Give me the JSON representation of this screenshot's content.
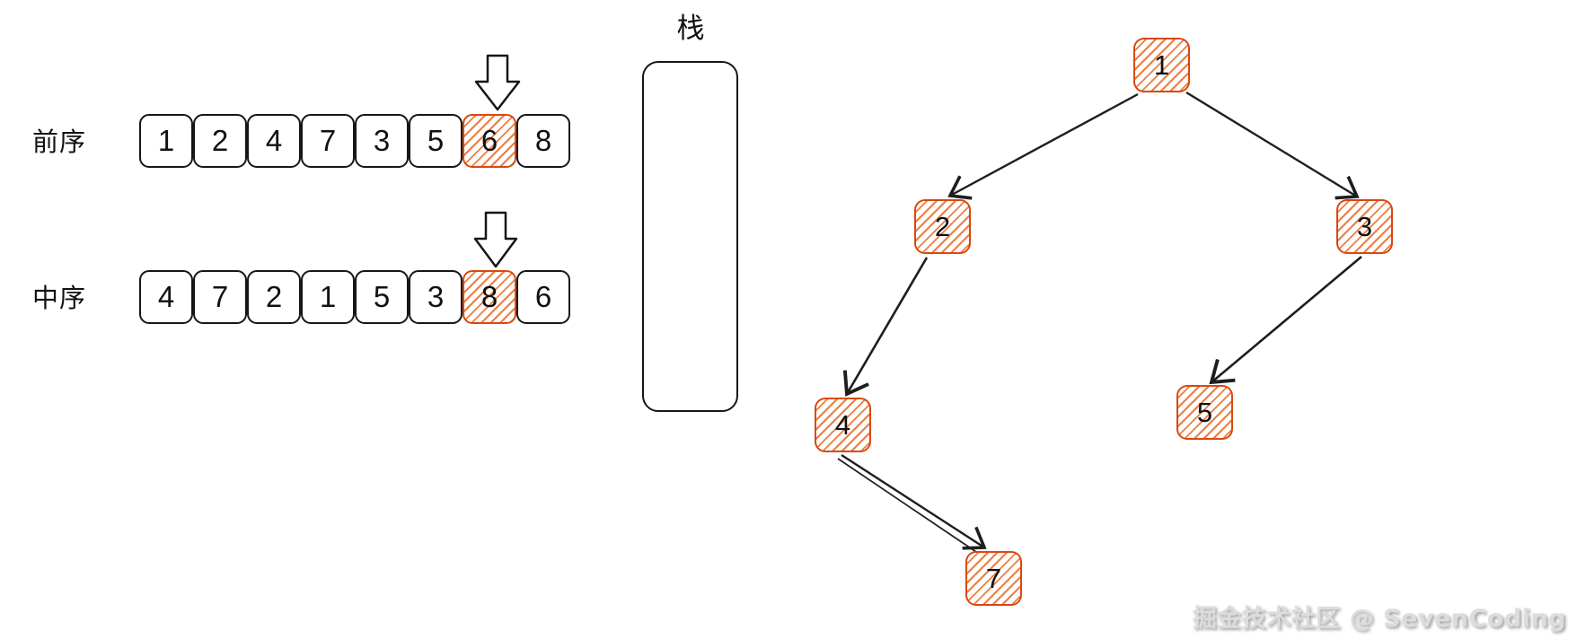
{
  "palette": {
    "ink": "#1e1e1e",
    "accent_border": "#d9480f",
    "accent_hatch": "#e8590c",
    "background": "#ffffff",
    "watermark_gray": "#dcdcdc"
  },
  "sequences": [
    {
      "label": "前序",
      "cells": [
        "1",
        "2",
        "4",
        "7",
        "3",
        "5",
        "6",
        "8"
      ],
      "highlight_index": 6,
      "highlight_value": "6"
    },
    {
      "label": "中序",
      "cells": [
        "4",
        "7",
        "2",
        "1",
        "5",
        "3",
        "8",
        "6"
      ],
      "highlight_index": 6,
      "highlight_value": "8"
    }
  ],
  "stack": {
    "label": "栈",
    "items": []
  },
  "tree": {
    "nodes": [
      {
        "value": "1"
      },
      {
        "value": "2"
      },
      {
        "value": "3"
      },
      {
        "value": "4"
      },
      {
        "value": "5"
      },
      {
        "value": "7"
      }
    ],
    "edges": [
      {
        "from": "1",
        "to": "2"
      },
      {
        "from": "1",
        "to": "3"
      },
      {
        "from": "2",
        "to": "4"
      },
      {
        "from": "3",
        "to": "5"
      },
      {
        "from": "4",
        "to": "7"
      }
    ]
  },
  "watermark": {
    "text": "掘金技术社区 @ SevenCoding"
  }
}
